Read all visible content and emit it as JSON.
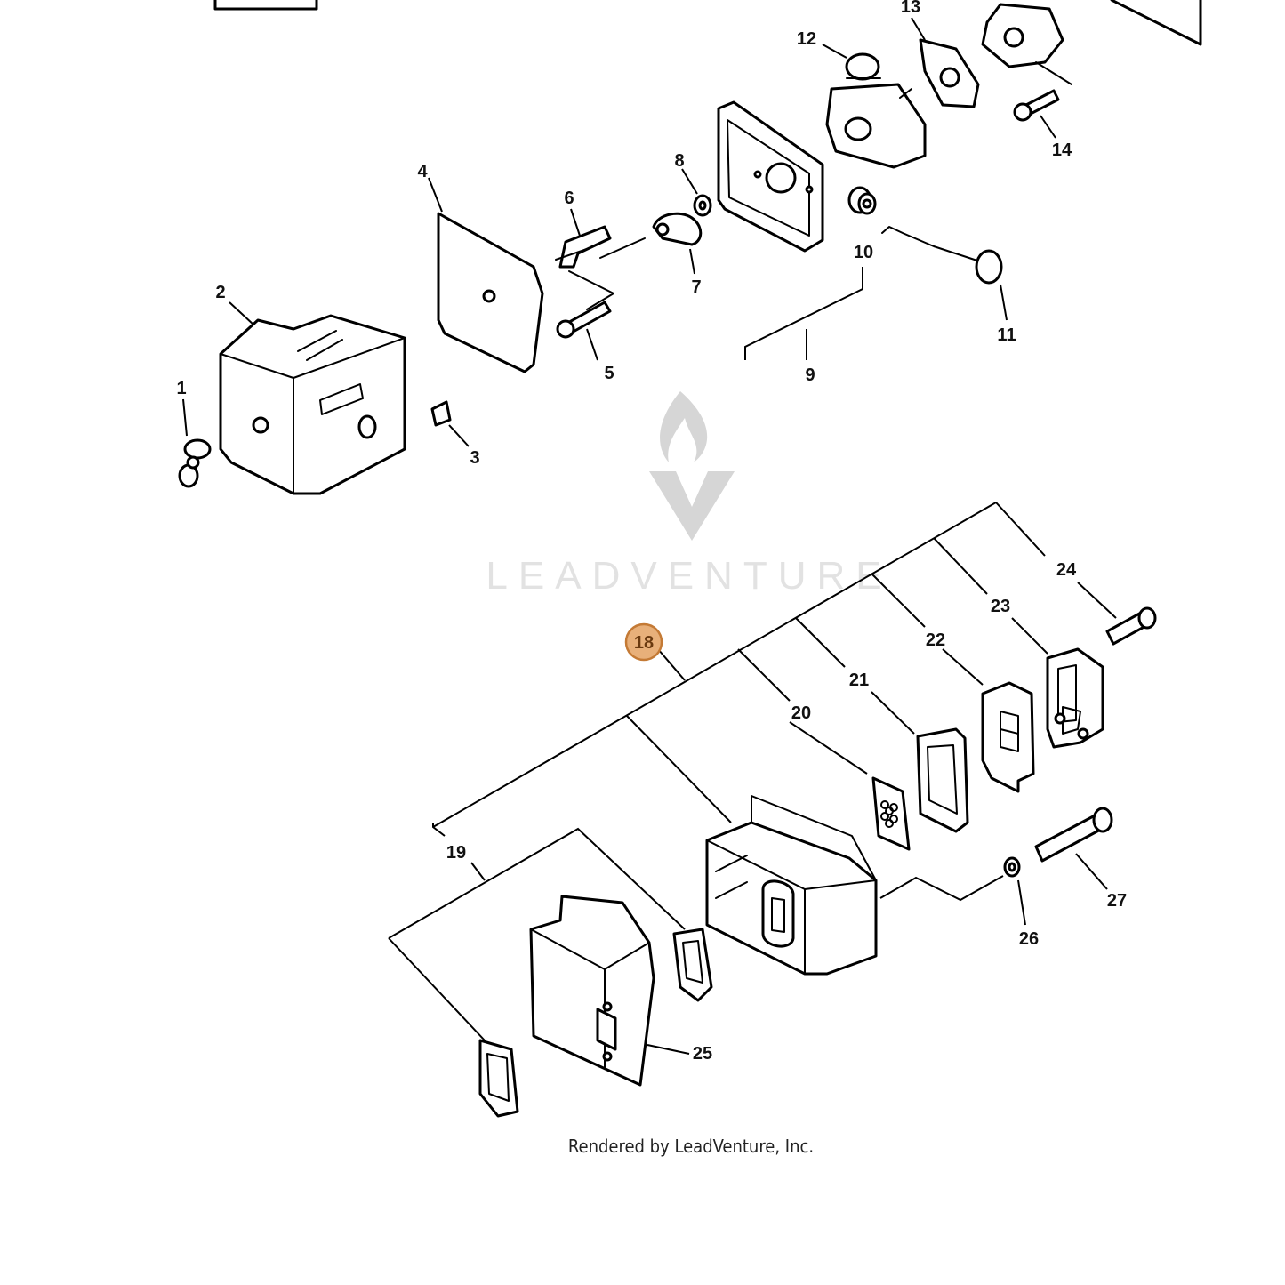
{
  "diagram": {
    "callouts": [
      "1",
      "2",
      "3",
      "4",
      "5",
      "6",
      "7",
      "8",
      "9",
      "10",
      "11",
      "12",
      "13",
      "14",
      "18",
      "19",
      "20",
      "21",
      "22",
      "23",
      "24",
      "25",
      "26",
      "27"
    ],
    "highlighted": "18",
    "highlight_color": "#e8b07a",
    "watermark": "LEADVENTURE",
    "credit": "Rendered by LeadVenture, Inc."
  }
}
